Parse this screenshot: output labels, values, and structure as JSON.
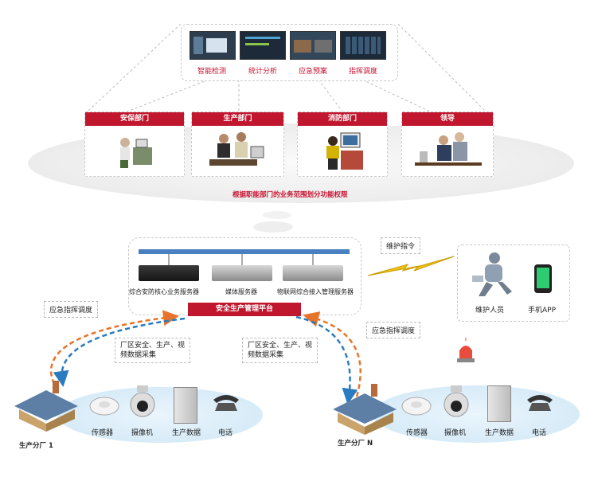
{
  "top_modules": [
    "智能检测",
    "统计分析",
    "应急预案",
    "指挥调度"
  ],
  "departments": [
    "安保部门",
    "生产部门",
    "消防部门",
    "领导"
  ],
  "permission_caption": "根据职能部门的业务范围划分功能权限",
  "servers": [
    "综合安防核心业务服务器",
    "媒体服务器",
    "物联网综合接入管理服务器"
  ],
  "platform_label": "安全生产管理平台",
  "maintenance_cmd": "维护指令",
  "maintainer_labels": [
    "维护人员",
    "手机APP"
  ],
  "flow_labels": {
    "dispatch_left": "应急指挥调度",
    "dispatch_right": "应急指挥调度",
    "collect_left": "厂区安全、生产、视\n频数据采集",
    "collect_right": "厂区安全、生产、视\n频数据采集"
  },
  "factories": [
    {
      "name": "生产分厂 1",
      "devices": [
        "传感器",
        "摄像机",
        "生产数据",
        "电话"
      ]
    },
    {
      "name": "生产分厂 N",
      "devices": [
        "传感器",
        "摄像机",
        "生产数据",
        "电话"
      ]
    }
  ],
  "colors": {
    "accent": "#c0172e",
    "orange_flow": "#e8732a",
    "blue_flow": "#2a7bbf",
    "bus": "#4a7fc1"
  }
}
